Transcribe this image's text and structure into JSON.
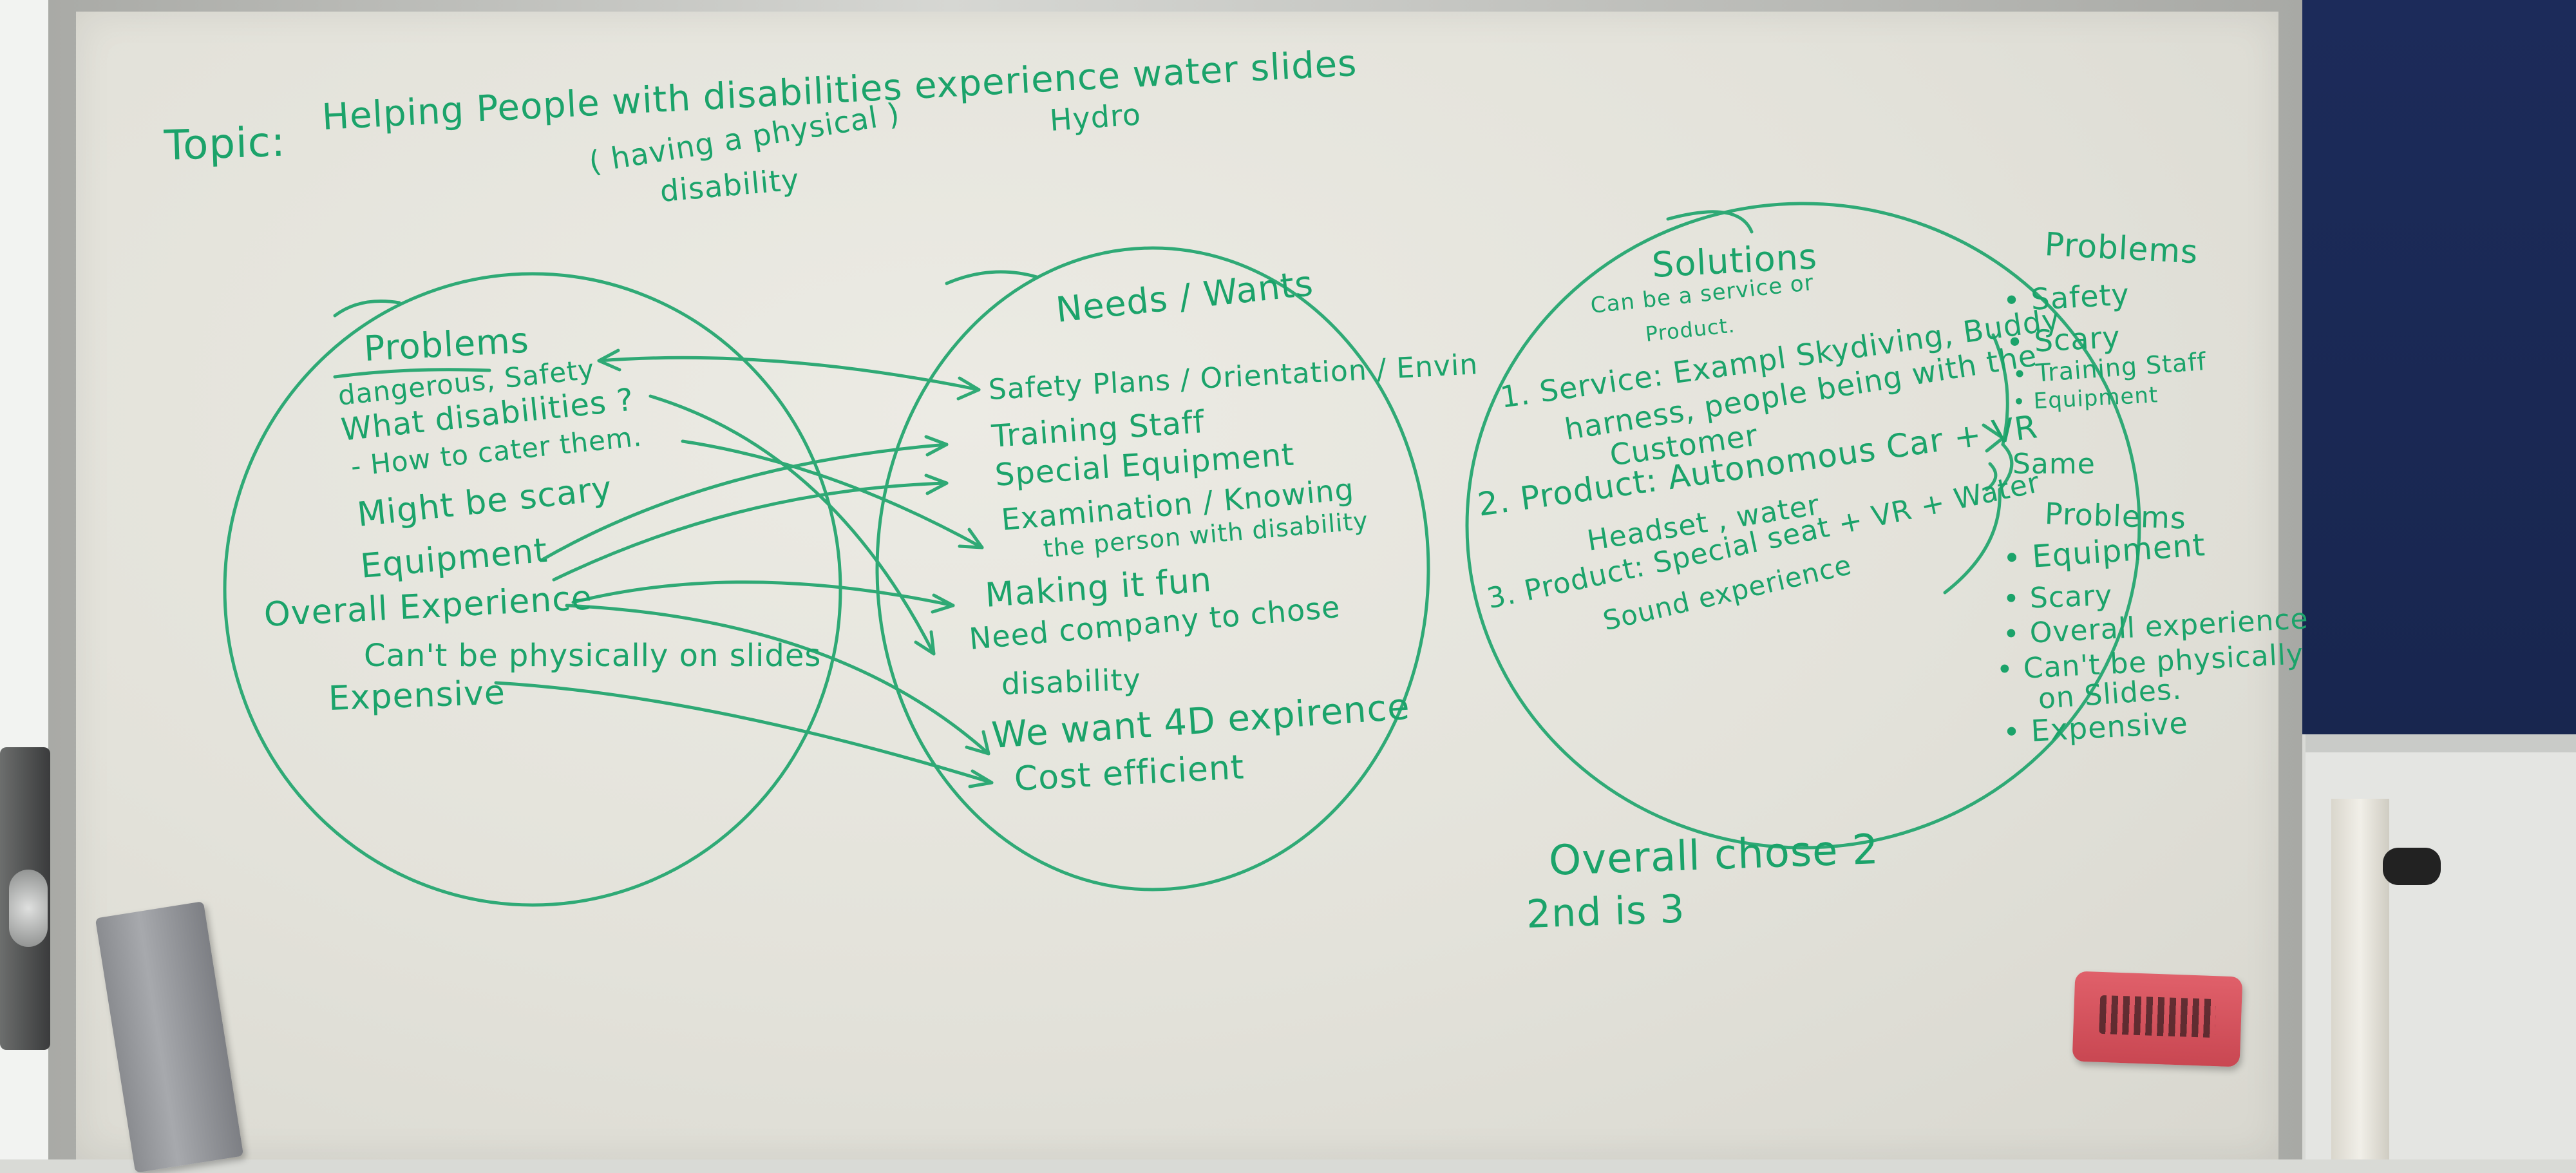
{
  "topic": {
    "label": "Topic:",
    "text": "Helping People with disabilities experience water slides",
    "aside": "Hydro",
    "bracket_line1": "( having a physical )",
    "bracket_line2": "disability"
  },
  "problems_circle": {
    "heading": "Problems",
    "items": [
      "dangerous, Safety",
      "What disabilities ?",
      "- How to cater them.",
      "Might be scary",
      "Equipment",
      "Overall Experience",
      "Can't be physically on slides",
      "Expensive"
    ]
  },
  "needs_circle": {
    "heading": "Needs / Wants",
    "items": [
      "Safety Plans / Orientation / Envin",
      "Training Staff",
      "Special Equipment",
      "Examination / Knowing",
      "the person with disability",
      "Making it fun",
      "Need company to chose",
      "disability",
      "We want 4D expirence",
      "Cost efficient"
    ]
  },
  "solutions_circle": {
    "heading": "Solutions",
    "subheading_line1": "Can be a service or",
    "subheading_line2": "Product.",
    "items": [
      "1. Service: Exampl Skydiving, Buddy",
      "harness, people being with the",
      "Customer",
      "2. Product: Autonomous Car + VR",
      "Headset , water",
      "3. Product: Special seat + VR + Water",
      "Sound experience"
    ]
  },
  "side_problems_top": {
    "heading": "Problems",
    "items": [
      "• Safety",
      "• Scary",
      "• Training Staff",
      "• Equipment"
    ]
  },
  "same_label": "Same",
  "side_problems_bottom": {
    "heading": "Problems",
    "items": [
      "• Equipment",
      "• Scary",
      "• Overall experience",
      "• Can't be physically",
      "on Slides.",
      "• Expensive"
    ]
  },
  "decision": {
    "line1": "Overall chose 2",
    "line2": "2nd is 3"
  },
  "colors": {
    "marker_green": "#1ba36a",
    "board": "#e6e5de",
    "corkboard": "#1c2b5a",
    "eraser_red": "#d4525c"
  }
}
